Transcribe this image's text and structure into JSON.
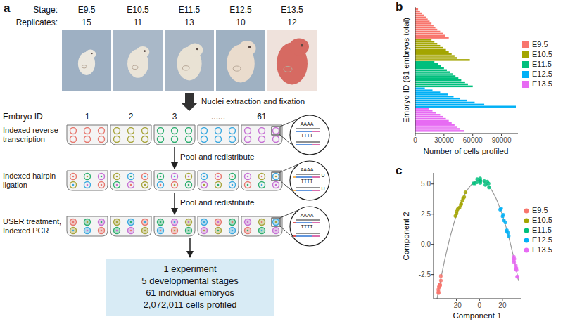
{
  "diagram": {
    "nodes": [
      {
        "text": [
          "1 experiment",
          "5 developmental stages",
          "61 individual embryos",
          "2,072,011 cells profiled"
        ]
      }
    ],
    "labels": [
      "a",
      "Stage:",
      "E9.5",
      "E10.5",
      "E11.5",
      "E12.5",
      "E13.5",
      "Replicates:",
      "15",
      "11",
      "13",
      "10",
      "12",
      "Nuclei extraction and fixation",
      "Embryo ID",
      "1",
      "2",
      "3",
      "......",
      "61",
      "Indexed reverse transcription",
      "AAAA",
      "TTTT",
      "Pool and redistribute",
      "Indexed hairpin ligation",
      "AAAA",
      "TTTT",
      "U",
      "U",
      "Pool and redistribute",
      "USER treatment, Indexed PCR",
      "AAAA",
      "TTTT",
      "b",
      "Embryo ID (61 embryos total)",
      "0",
      "30000",
      "60000",
      "90000",
      "Number of cells profiled",
      "c",
      "Component 2",
      "5.0",
      "2.5",
      "0.0",
      "-2.5",
      "-20",
      "0",
      "20",
      "Component 1"
    ],
    "legend": [
      {
        "text": "E9.5",
        "color": "#F8766D"
      },
      {
        "text": "E10.5",
        "color": "#A3A500"
      },
      {
        "text": "E11.5",
        "color": "#00BF7D"
      },
      {
        "text": "E12.5",
        "color": "#00B0F6"
      },
      {
        "text": "E13.5",
        "color": "#E76BF3"
      },
      {
        "text": "E9.5",
        "color": "#F8766D"
      },
      {
        "text": "E10.5",
        "color": "#A3A500"
      },
      {
        "text": "E11.5",
        "color": "#00BF7D"
      },
      {
        "text": "E12.5",
        "color": "#00B0F6"
      },
      {
        "text": "E13.5",
        "color": "#E76BF3"
      }
    ]
  }
}
